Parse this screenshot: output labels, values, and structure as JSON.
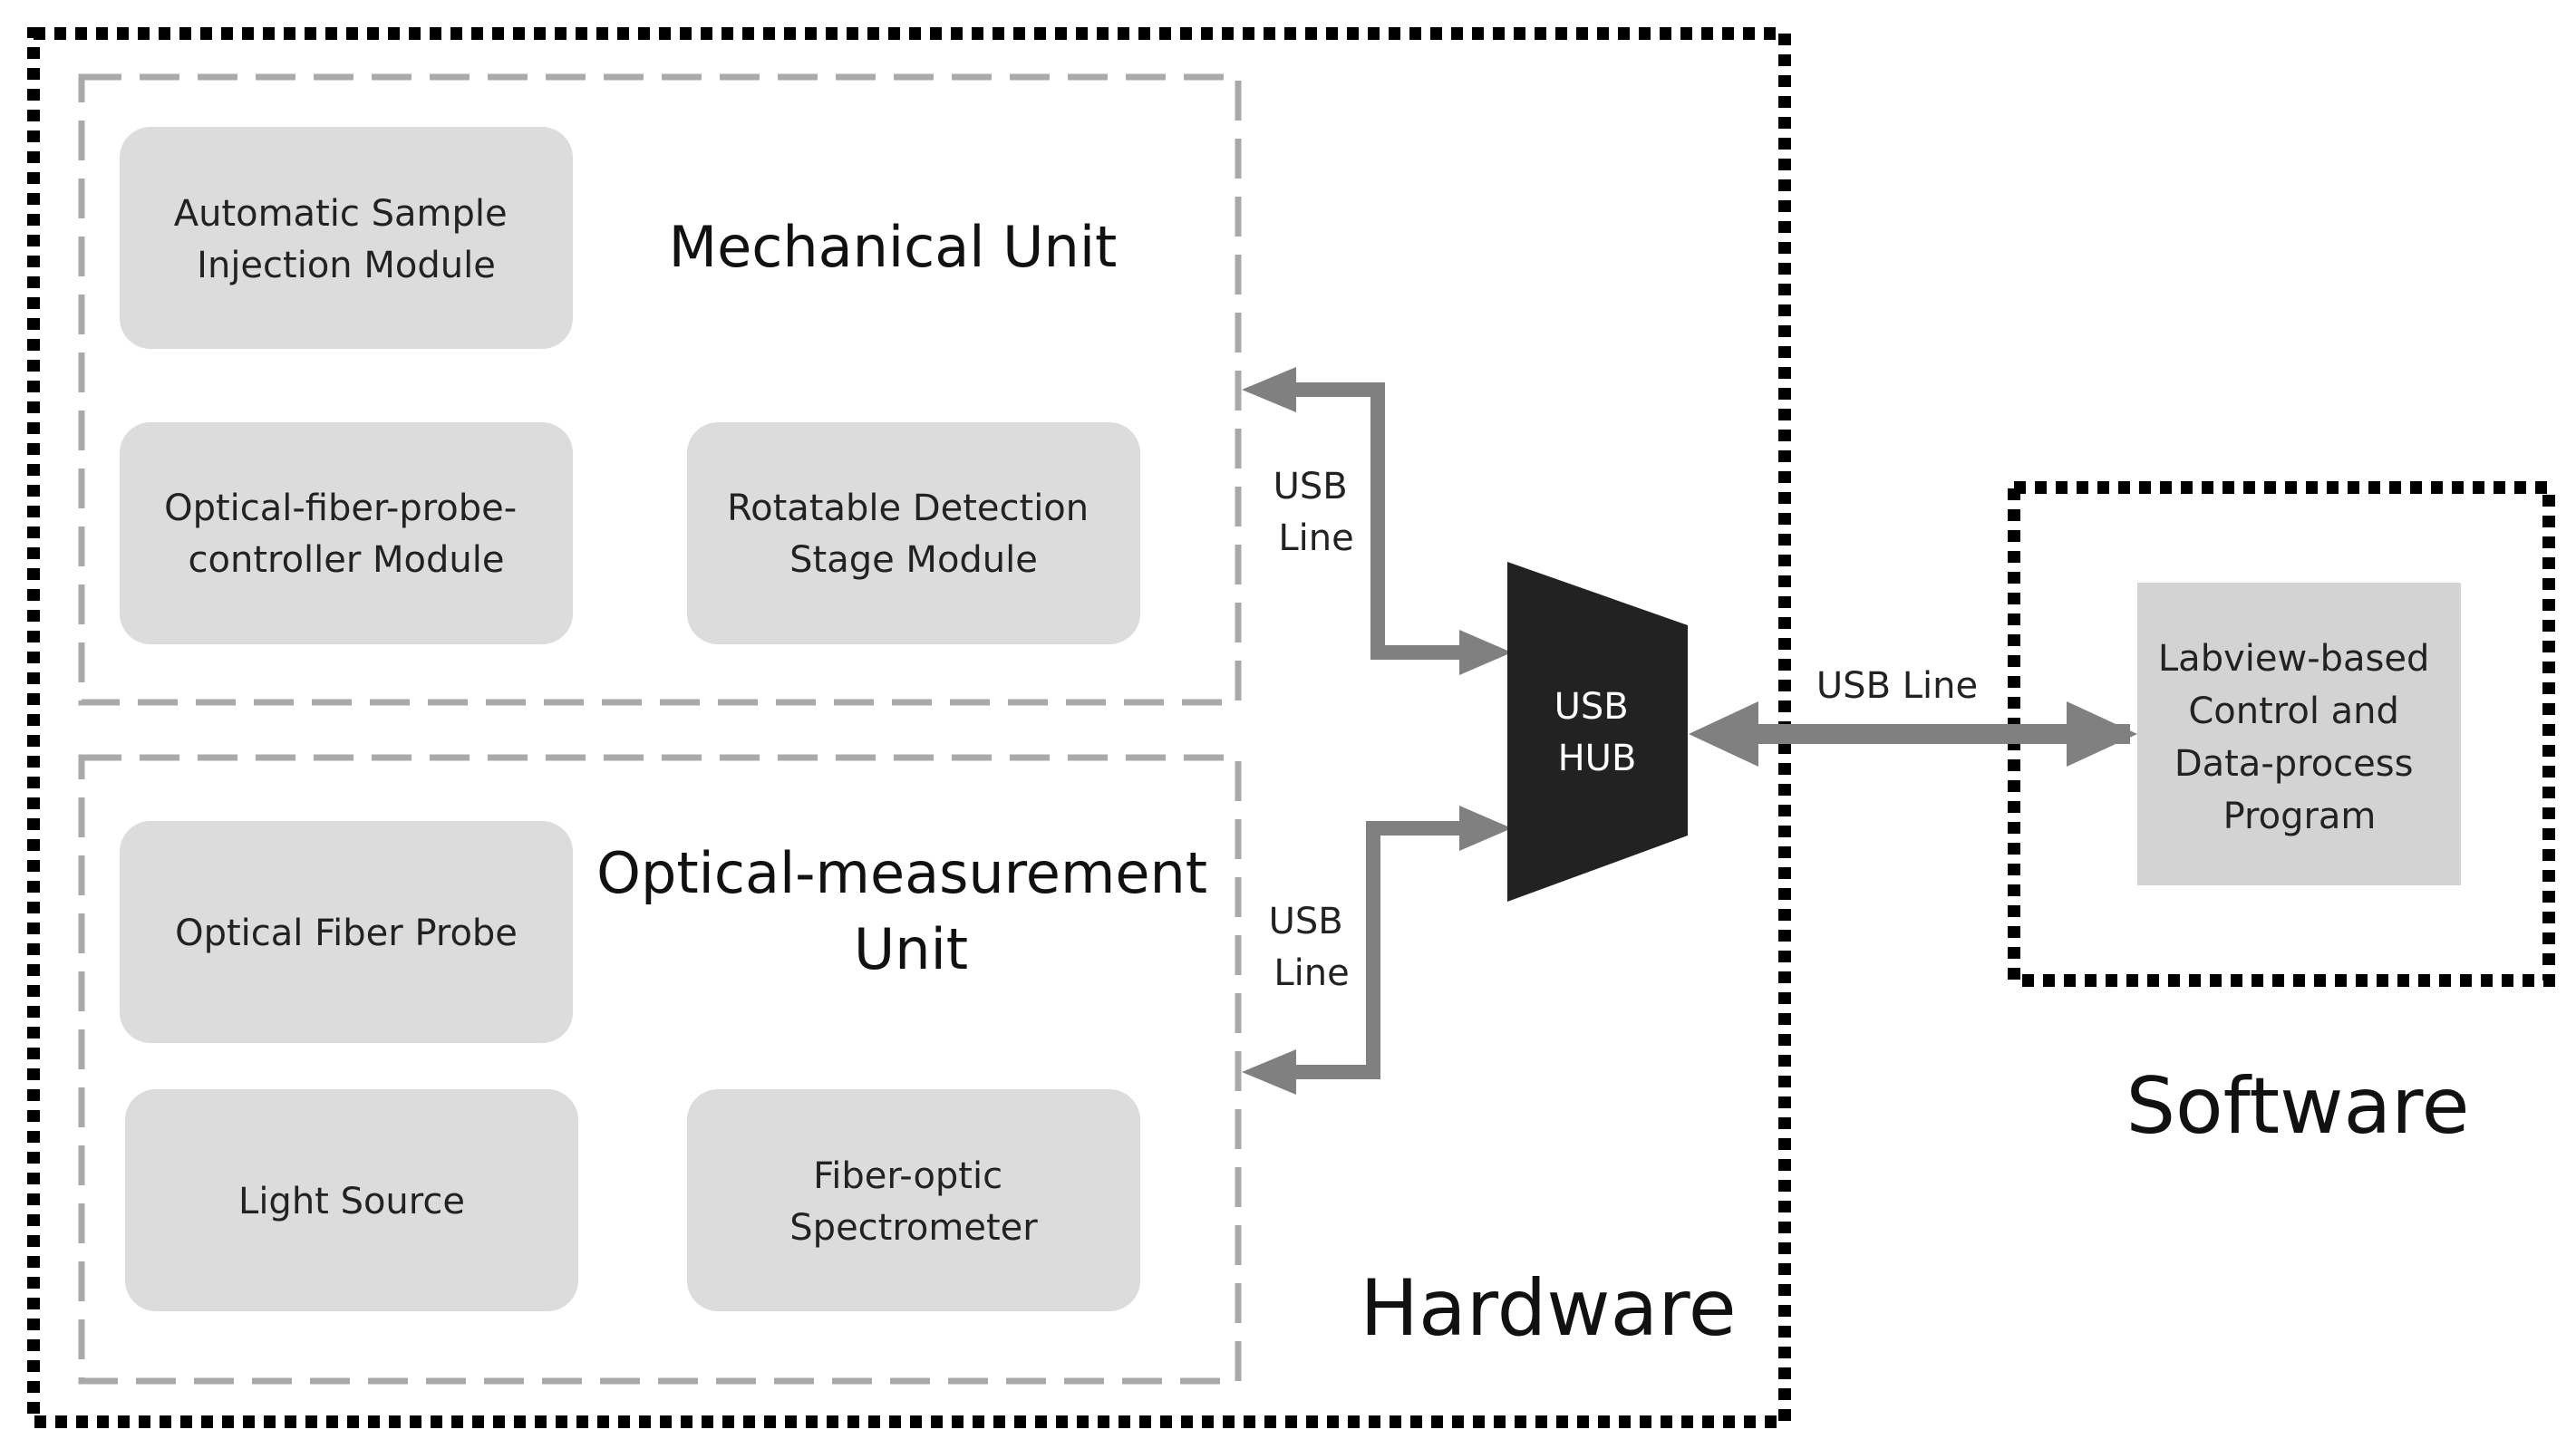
{
  "hardware": {
    "title": "Hardware",
    "mechanical_unit": {
      "title_lines": [
        "Mechanical Unit"
      ],
      "modules": [
        {
          "lines": [
            "Automatic Sample",
            "Injection Module"
          ]
        },
        {
          "lines": [
            "Optical-fiber-probe-",
            "controller Module"
          ]
        },
        {
          "lines": [
            "Rotatable Detection",
            "Stage Module"
          ]
        }
      ]
    },
    "optical_unit": {
      "title_lines": [
        "Optical-measurement",
        "Unit"
      ],
      "modules": [
        {
          "lines": [
            "Optical Fiber Probe"
          ]
        },
        {
          "lines": [
            "Light Source"
          ]
        },
        {
          "lines": [
            "Fiber-optic",
            "Spectrometer"
          ]
        }
      ]
    },
    "usb_hub": {
      "lines": [
        "USB",
        "HUB"
      ]
    },
    "upper_link_label": [
      "USB",
      "Line"
    ],
    "lower_link_label": [
      "USB",
      "Line"
    ]
  },
  "software": {
    "title": "Software",
    "program": {
      "lines": [
        "Labview-based",
        "Control and",
        "Data-process",
        "Program"
      ]
    }
  },
  "hub_to_software_label": "USB Line",
  "colors": {
    "module_fill": "#dcdcdc",
    "arrow": "#808080",
    "hub": "#222222",
    "dashed_border": "#a9a9a9",
    "dotted_border": "#000000"
  }
}
